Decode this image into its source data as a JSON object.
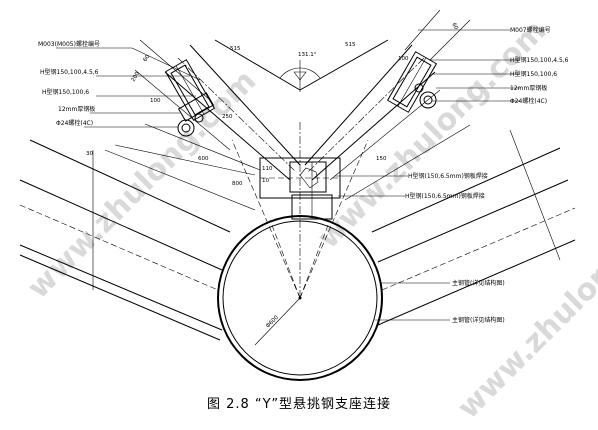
{
  "caption": "图 2.8 “Y”型悬挑钢支座连接",
  "watermark": "www.zhulong.com",
  "labels_left": {
    "l1": "M003(M005)螺栓编号",
    "l2": "H型钢150,100,4.5,6",
    "l3": "H型钢150,100,6",
    "l4": "12mm厚钢板",
    "l5": "Φ24螺栓(4C)"
  },
  "labels_right": {
    "r1": "M007螺栓编号",
    "r2": "H型钢150,100,4.5,6",
    "r3": "H型钢150,100,6",
    "r4": "12mm厚钢板",
    "r5": "Φ24螺栓(4C)"
  },
  "labels_center": {
    "c1": "H型钢(150,6.5mm)钢板焊接",
    "c2": "H型钢(150,6.5mm)钢板焊接"
  },
  "labels_pipe": {
    "p1": "主钢管(详见结构图)",
    "p2": "主钢管(详见结构图)"
  },
  "dims": {
    "angle": "131.1°",
    "d_left": "515",
    "d_right": "515",
    "d_top_l": "60",
    "d_top_r": "60",
    "d_100a": "100",
    "d_100b": "100",
    "d_150": "150",
    "d_200": "200",
    "d_250": "250",
    "d_600": "600",
    "d_800": "800",
    "d_110": "110",
    "d_10": "10",
    "d_30": "30",
    "d_pipe": "Φ600"
  }
}
